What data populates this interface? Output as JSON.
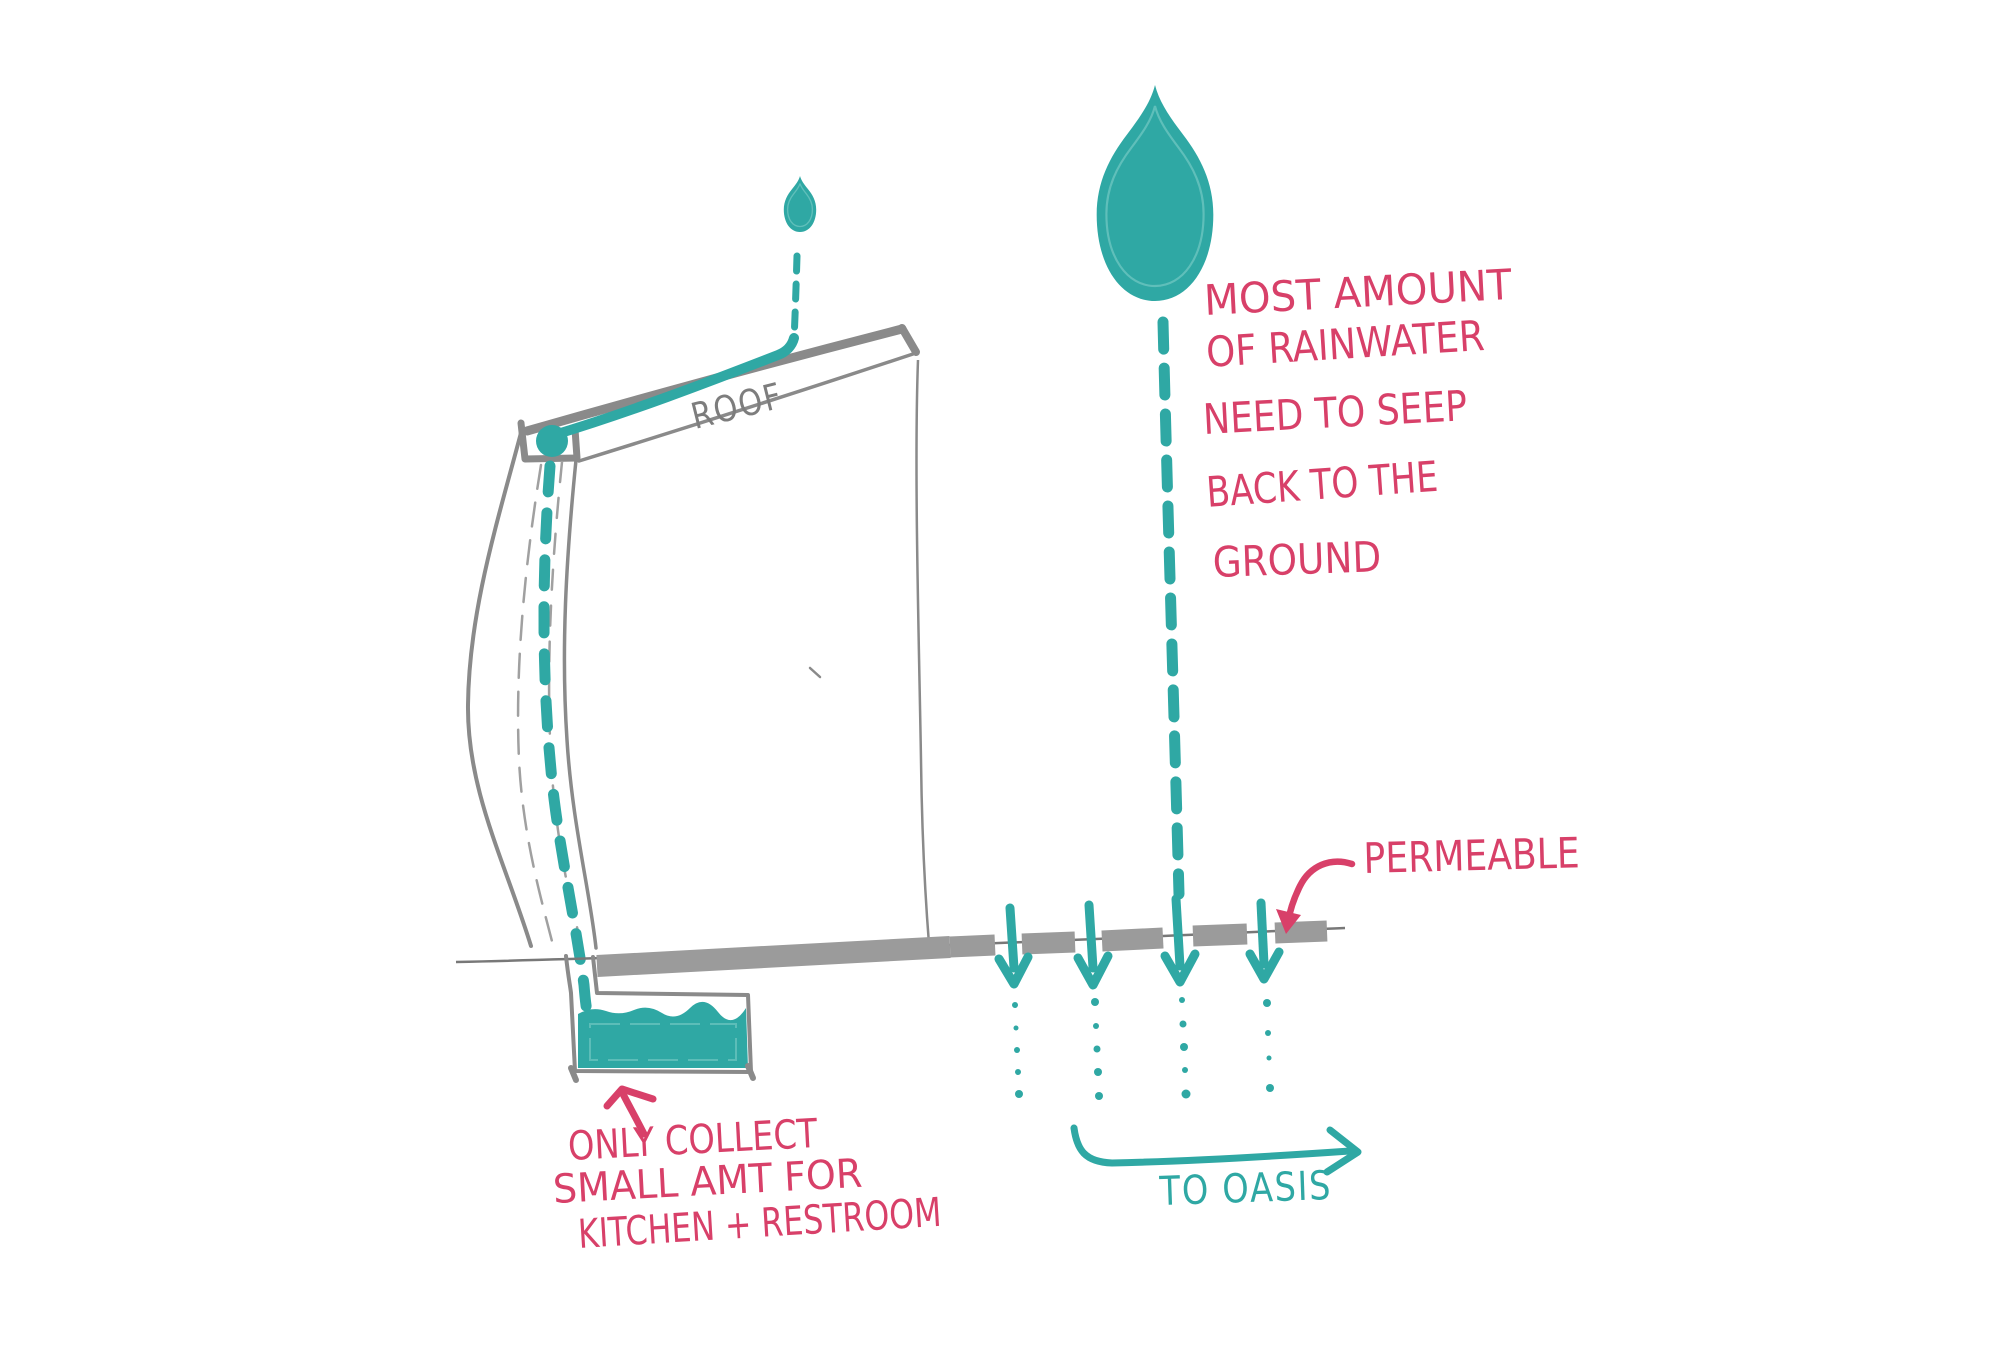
{
  "colors": {
    "teal": "#2FA8A4",
    "teal_light": "#6cc4bf",
    "pink": "#D84069",
    "gray": "#8a8a8a",
    "gray_bar": "#9b9b9b",
    "pencil": "#787878",
    "roof_text": "#7d7d7d",
    "bg": "#ffffff"
  },
  "icons": {
    "big_drop": "raindrop-icon",
    "small_drop": "raindrop-icon"
  },
  "labels": {
    "roof": "ROOF",
    "permeable": "PERMEABLE",
    "to_oasis": "TO OASIS"
  },
  "notes": {
    "rainwater_lines": [
      "MOST AMOUNT",
      "OF RAINWATER",
      "NEED TO SEEP",
      "BACK TO THE",
      "GROUND"
    ],
    "collect_lines": [
      "ONLY COLLECT",
      "SMALL AMT FOR",
      "KITCHEN + RESTROOM"
    ]
  }
}
